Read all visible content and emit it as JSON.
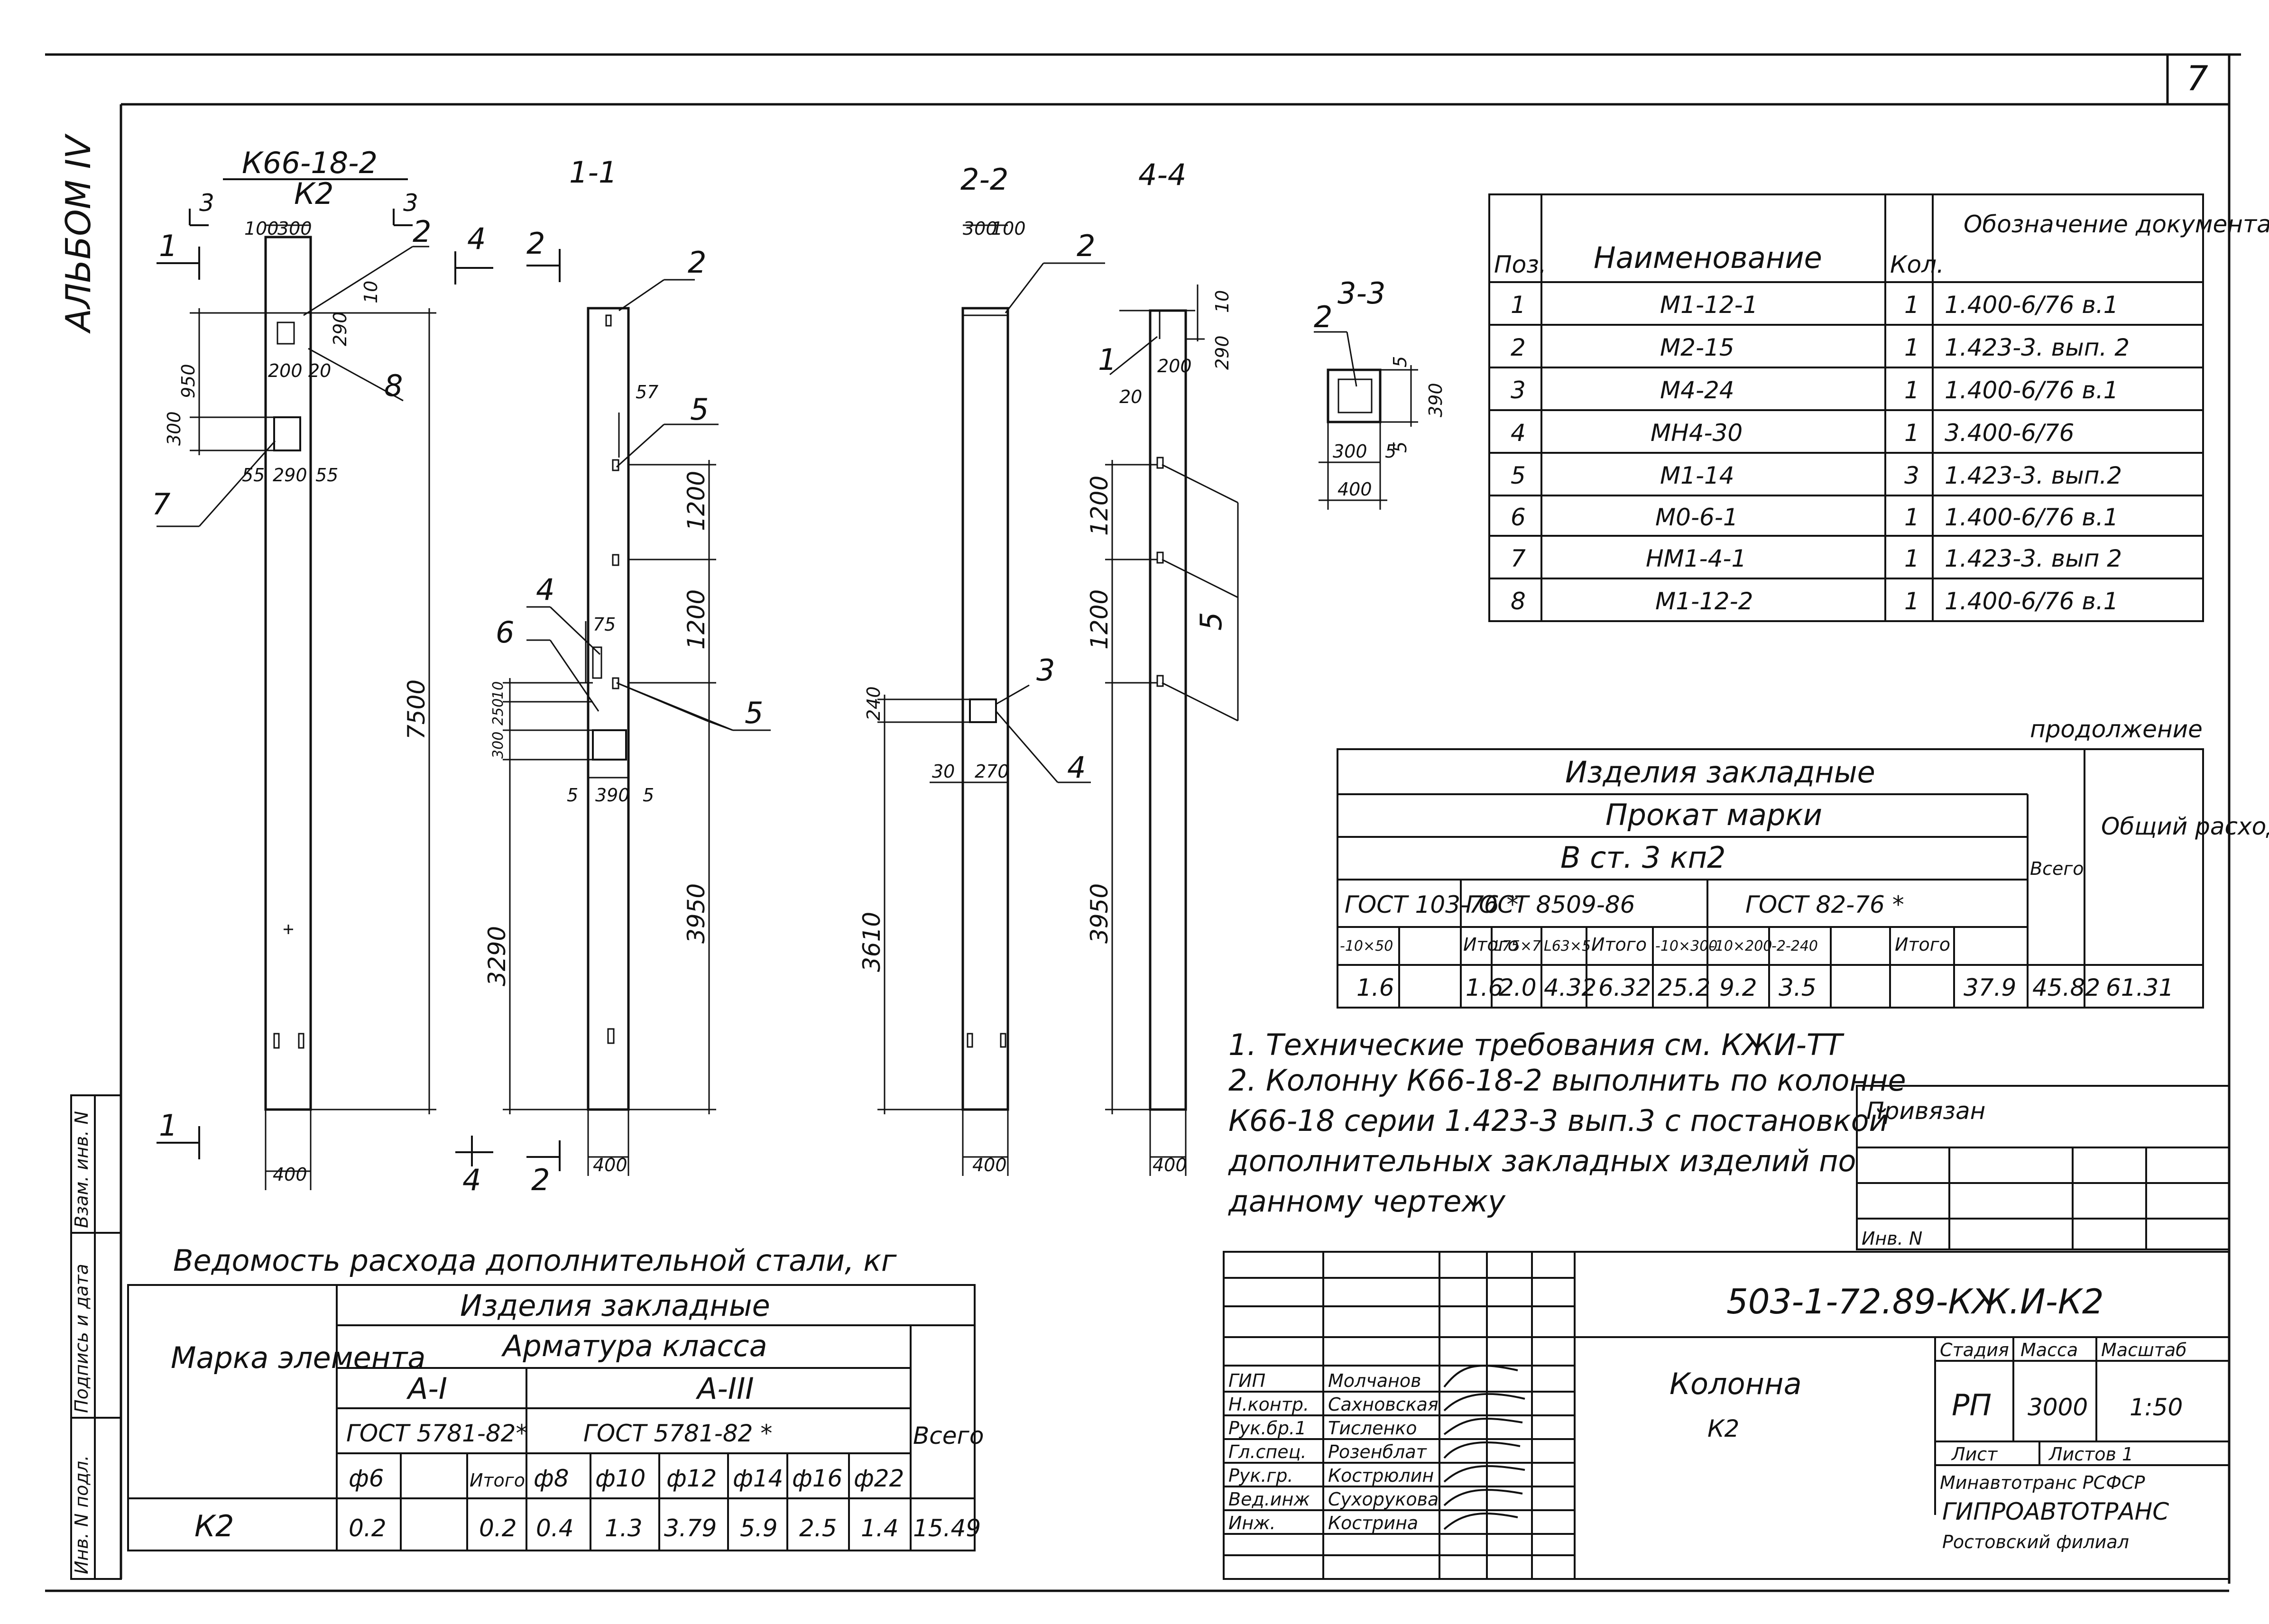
{
  "sheet_number": "7",
  "album_label": "АЛЬБОМ IV",
  "views": {
    "main_title": "К66-18-2",
    "main_sub": "К2",
    "sec_1_1": "1-1",
    "sec_2_2": "2-2",
    "sec_4_4": "4-4",
    "sec_3_3": "3-3",
    "cut_labels": [
      "1",
      "3",
      "3",
      "4",
      "2",
      "1",
      "4",
      "2"
    ],
    "pos_labels": [
      "2",
      "8",
      "7",
      "2",
      "5",
      "4",
      "6",
      "5",
      "2",
      "3",
      "4",
      "1",
      "5",
      "2"
    ],
    "dims": [
      "100",
      "300",
      "10",
      "290",
      "950",
      "200",
      "20",
      "300",
      "55",
      "290",
      "55",
      "7500",
      "400",
      "57",
      "1200",
      "1200",
      "75",
      "10",
      "250",
      "300",
      "5",
      "390",
      "5",
      "3290",
      "3950",
      "240",
      "30",
      "270",
      "3610",
      "400",
      "10",
      "290",
      "200",
      "20",
      "1200",
      "1200",
      "3950",
      "400",
      "5",
      "390",
      "5",
      "300",
      "5",
      "400"
    ]
  },
  "spec_table": {
    "headers": [
      "Поз.",
      "Наименование",
      "Кол.",
      "Обозначение документа"
    ],
    "rows": [
      [
        "1",
        "М1-12-1",
        "1",
        "1.400-6/76 в.1"
      ],
      [
        "2",
        "М2-15",
        "1",
        "1.423-3. вып. 2"
      ],
      [
        "3",
        "М4-24",
        "1",
        "1.400-6/76 в.1"
      ],
      [
        "4",
        "МН4-30",
        "1",
        "3.400-6/76"
      ],
      [
        "5",
        "М1-14",
        "3",
        "1.423-3. вып.2"
      ],
      [
        "6",
        "М0-6-1",
        "1",
        "1.400-6/76 в.1"
      ],
      [
        "7",
        "НМ1-4-1",
        "1",
        "1.423-3. вып 2"
      ],
      [
        "8",
        "М1-12-2",
        "1",
        "1.400-6/76 в.1"
      ]
    ]
  },
  "cont_table": {
    "caption": "продолжение",
    "group": "Изделия закладные",
    "subgroup": "Прокат марки",
    "grade": "В ст. 3 кп2",
    "total_label": "Всего",
    "overall_label": "Общий расход",
    "standards": [
      "ГОСТ 103-76 *",
      "ГОСТ 8509-86",
      "ГОСТ 82-76 *"
    ],
    "cols": [
      "-10×50",
      "",
      "Итого",
      "L75×7",
      "L63×5",
      "Итого",
      "-10×300",
      "-10×200",
      "-2-240",
      "",
      "Итого"
    ],
    "values": [
      "1.6",
      "",
      "1.6",
      "2.0",
      "4.32",
      "6.32",
      "25.2",
      "9.2",
      "3.5",
      "",
      "37.9",
      "45.82",
      "61.31"
    ]
  },
  "notes": [
    "1. Технические требования см. КЖИ-ТТ",
    "2. Колонну К66-18-2 выполнить по колонне",
    "К66-18 серии 1.423-3 вып.3 с постановкой",
    "дополнительных закладных изделий по",
    "данному чертежу"
  ],
  "steel_table": {
    "title": "Ведомость расхода дополнительной стали, кг",
    "mark_label": "Марка элемента",
    "group": "Изделия закладные",
    "subgroup": "Арматура класса",
    "class1": "А-I",
    "class3": "А-III",
    "gost1": "ГОСТ 5781-82*",
    "gost3": "ГОСТ 5781-82 *",
    "total_label": "Всего",
    "cols": [
      "ф6",
      "",
      "Итого",
      "ф8",
      "ф10",
      "ф12",
      "ф14",
      "ф16",
      "ф22"
    ],
    "mark": "К2",
    "values": [
      "0.2",
      "",
      "0.2",
      "0.4",
      "1.3",
      "3.79",
      "5.9",
      "2.5",
      "1.4",
      "15.49"
    ]
  },
  "side_strip": [
    "Инв. N подл.",
    "Подпись и дата",
    "Взам. инв. N"
  ],
  "binding_box": {
    "title": "Привязан",
    "inv": "Инв. N"
  },
  "title_block": {
    "code": "503-1-72.89-КЖ.И-К2",
    "name_line1": "Колонна",
    "name_line2": "К2",
    "stage_label": "Стадия",
    "mass_label": "Масса",
    "scale_label": "Масштаб",
    "stage": "РП",
    "mass": "3000",
    "scale": "1:50",
    "sheet_label": "Лист",
    "sheets_label": "Листов 1",
    "org1": "Минавтотранс РСФСР",
    "org2": "ГИПРОАВТОТРАНС",
    "org3": "Ростовский филиал",
    "roles": [
      "ГИП",
      "Н.контр.",
      "Рук.бр.1",
      "Гл.спец.",
      "Рук.гр.",
      "Вед.инж",
      "Инж."
    ],
    "people": [
      "Молчанов",
      "Сахновская",
      "Тисленко",
      "Розенблат",
      "Кострюлин",
      "Сухорукова",
      "Кострина"
    ]
  }
}
